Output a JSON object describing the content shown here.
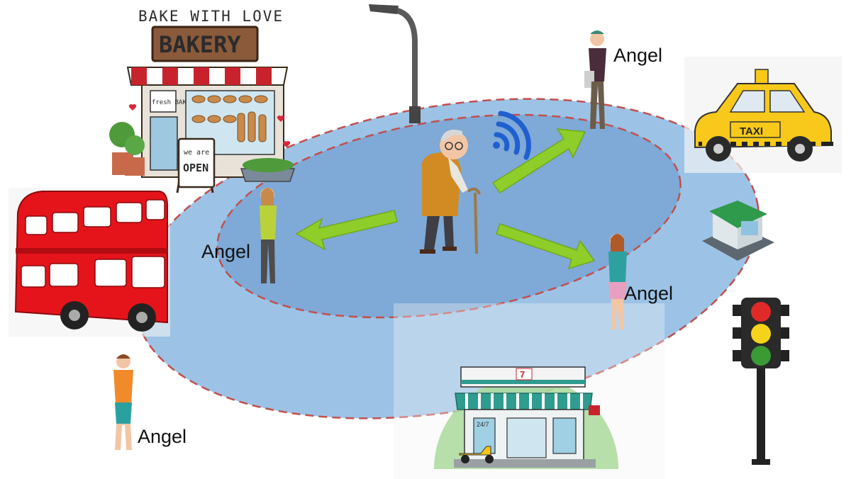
{
  "labels": {
    "angel_top": "Angel",
    "angel_left": "Angel",
    "angel_right": "Angel",
    "angel_bottom": "Angel"
  },
  "bakery": {
    "slogan": "BAKE WITH LOVE",
    "name": "BAKERY",
    "window_sign": "fresh BAKE",
    "door_sign_top": "we are",
    "door_sign_main": "OPEN"
  },
  "taxi": {
    "roof_sign": "TAXI"
  },
  "store": {
    "hours": "24/7",
    "logo": "7"
  },
  "colors": {
    "outer_zone": "#9cc3e6",
    "inner_zone": "#7fa9d6",
    "zone_border": "#c0504d",
    "arrow": "#8fce2a",
    "signal": "#1f5fd0",
    "bus": "#e5141b",
    "taxi": "#f8c91a",
    "store_awning": "#2e9c8f"
  },
  "icons": [
    "bakery-icon",
    "bus-icon",
    "taxi-icon",
    "street-lamp-icon",
    "traffic-light-icon",
    "convenience-store-icon",
    "kiosk-icon",
    "elderly-man-icon",
    "wifi-signal-icon",
    "person-icon"
  ]
}
